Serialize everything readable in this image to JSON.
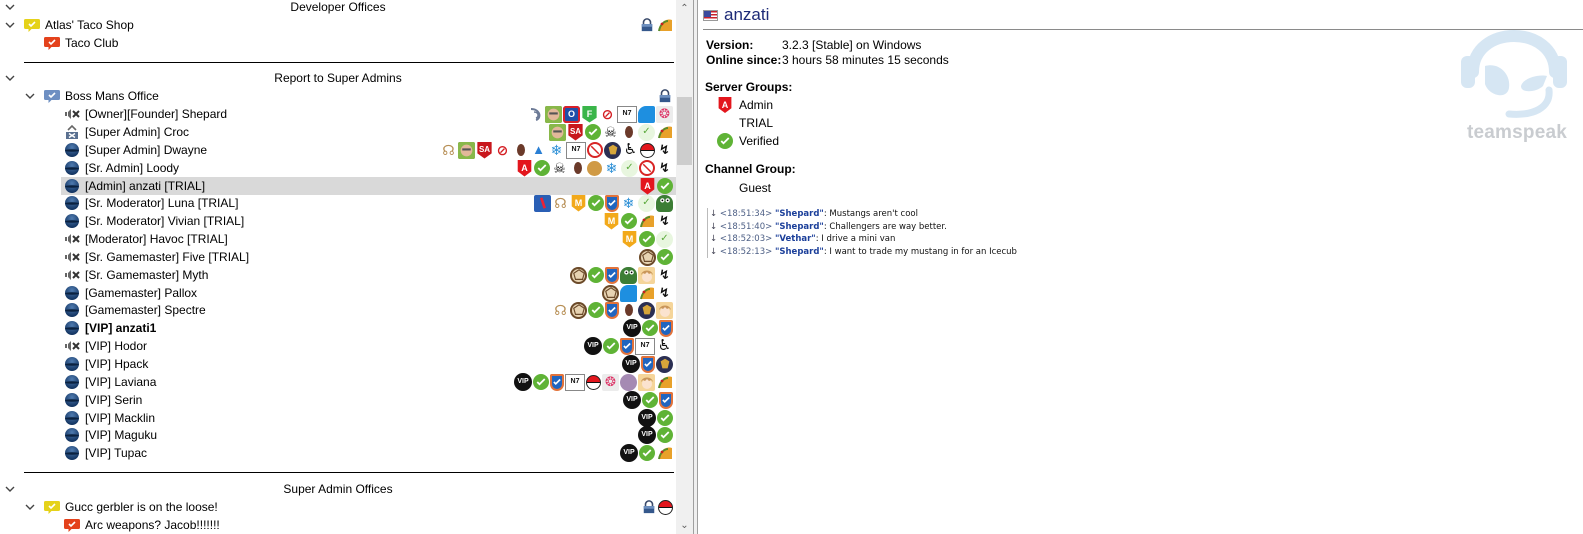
{
  "tree": {
    "rows": [
      {
        "kind": "spacer",
        "title": "Developer Offices",
        "chevron": true
      },
      {
        "kind": "channel",
        "name": "Atlas' Taco Shop",
        "color": "yellow",
        "indent": 1,
        "chevron": true,
        "badges": [
          "lock",
          "taco"
        ]
      },
      {
        "kind": "channel",
        "name": "Taco Club",
        "color": "red",
        "indent": 2,
        "chevron": false,
        "badges": []
      },
      {
        "kind": "line"
      },
      {
        "kind": "spacer",
        "title": "Report to Super Admins",
        "chevron": true
      },
      {
        "kind": "channel",
        "name": "Boss Mans Office",
        "color": "blue",
        "indent": 1,
        "chevron": true,
        "badges": [
          "lock"
        ]
      },
      {
        "kind": "client",
        "name": "[Owner][Founder] Shepard",
        "status": "muted",
        "badges": [
          "tw",
          "face",
          "o",
          "f",
          "ghost",
          "n7",
          "wave",
          "gear"
        ]
      },
      {
        "kind": "client",
        "name": "[Super Admin] Croc",
        "status": "away",
        "badges": [
          "face",
          "sa",
          "ok",
          "spy",
          "bean",
          "bird",
          "taco"
        ]
      },
      {
        "kind": "client",
        "name": "[Super Admin] Dwayne",
        "status": "idle",
        "badges": [
          "heads",
          "face",
          "sa",
          "ghost",
          "bean",
          "drop",
          "snow",
          "n7",
          "nope",
          "robot",
          "wheel",
          "pokeball",
          "bolt"
        ]
      },
      {
        "kind": "client",
        "name": "[Sr. Admin] Loody",
        "status": "idle",
        "badges": [
          "admin",
          "ok",
          "spy",
          "bean",
          "cookie",
          "snow",
          "bird",
          "nope",
          "bolt"
        ]
      },
      {
        "kind": "client",
        "name": "[Admin] anzati [TRIAL]",
        "status": "idle",
        "selected": true,
        "badges": [
          "admin",
          "ok"
        ]
      },
      {
        "kind": "client",
        "name": "[Sr. Moderator] Luna [TRIAL]",
        "status": "idle",
        "badges": [
          "tv",
          "heads",
          "mod",
          "ok",
          "shield",
          "snow",
          "bird",
          "frog"
        ]
      },
      {
        "kind": "client",
        "name": "[Sr. Moderator] Vivian [TRIAL]",
        "status": "idle",
        "badges": [
          "mod",
          "ok",
          "taco",
          "bolt"
        ]
      },
      {
        "kind": "client",
        "name": "[Moderator] Havoc [TRIAL]",
        "status": "muted",
        "badges": [
          "mod",
          "ok",
          "bird"
        ]
      },
      {
        "kind": "client",
        "name": "[Sr. Gamemaster] Five [TRIAL]",
        "status": "muted",
        "badges": [
          "d20",
          "ok"
        ]
      },
      {
        "kind": "client",
        "name": "[Sr. Gamemaster] Myth",
        "status": "muted",
        "badges": [
          "d20",
          "ok",
          "shield",
          "frog",
          "anime",
          "bolt"
        ]
      },
      {
        "kind": "client",
        "name": "[Gamemaster] Pallox",
        "status": "idle",
        "badges": [
          "d20",
          "wave",
          "taco",
          "bolt"
        ]
      },
      {
        "kind": "client",
        "name": "[Gamemaster] Spectre",
        "status": "idle",
        "badges": [
          "heads",
          "d20",
          "ok",
          "shield",
          "bean",
          "robot",
          "anime"
        ]
      },
      {
        "kind": "client",
        "name": "[VIP] anzati1",
        "status": "idle",
        "bold": true,
        "badges": [
          "vip",
          "ok",
          "shield"
        ]
      },
      {
        "kind": "client",
        "name": "[VIP] Hodor",
        "status": "muted",
        "badges": [
          "vip",
          "ok",
          "shield",
          "n7",
          "wheel"
        ]
      },
      {
        "kind": "client",
        "name": "[VIP] Hpack",
        "status": "idle",
        "badges": [
          "vip",
          "shield",
          "robot"
        ]
      },
      {
        "kind": "client",
        "name": "[VIP] Laviana",
        "status": "idle",
        "badges": [
          "vip",
          "ok",
          "shield",
          "n7",
          "pokeball",
          "gear",
          "swirl",
          "anime",
          "taco"
        ]
      },
      {
        "kind": "client",
        "name": "[VIP] Serin",
        "status": "idle",
        "badges": [
          "vip",
          "ok",
          "shield"
        ]
      },
      {
        "kind": "client",
        "name": "[VIP] Macklin",
        "status": "idle",
        "badges": [
          "vip",
          "ok"
        ]
      },
      {
        "kind": "client",
        "name": "[VIP] Maguku",
        "status": "idle",
        "badges": [
          "vip",
          "ok"
        ]
      },
      {
        "kind": "client",
        "name": "[VIP] Tupac",
        "status": "idle",
        "badges": [
          "vip",
          "ok",
          "taco"
        ]
      },
      {
        "kind": "line"
      },
      {
        "kind": "spacer",
        "title": "Super Admin Offices",
        "chevron": true
      },
      {
        "kind": "channel",
        "name": "Gucc gerbler is on the loose!",
        "color": "yellow",
        "indent": 1,
        "chevron": true,
        "badges": [
          "lock",
          "pokeball"
        ]
      },
      {
        "kind": "channel",
        "name": "Arc weapons? Jacob!!!!!!!",
        "color": "red",
        "indent": 2,
        "chevron": false,
        "badges": []
      }
    ],
    "badge_labels": {
      "sa": "SA",
      "admin": "A",
      "mod": "M",
      "vip": "VIP",
      "f": "F",
      "o": "O",
      "n7": "N7"
    }
  },
  "info": {
    "client_name": "anzati",
    "flag": "us-flag-icon",
    "version_label": "Version:",
    "version_value": "3.2.3 [Stable] on Windows",
    "online_label": "Online since:",
    "online_value": "3 hours 58 minutes 15 seconds",
    "server_groups_label": "Server Groups:",
    "server_groups": [
      {
        "name": "Admin",
        "icon": "admin"
      },
      {
        "name": "TRIAL",
        "icon": "none"
      },
      {
        "name": "Verified",
        "icon": "ok"
      }
    ],
    "channel_group_label": "Channel Group:",
    "channel_group": "Guest",
    "chat": [
      {
        "time": "<18:51:34>",
        "who": "\"Shepard\"",
        "text": ": Mustangs aren't cool"
      },
      {
        "time": "<18:51:40>",
        "who": "\"Shepard\"",
        "text": ": Challengers are way better."
      },
      {
        "time": "<18:52:03>",
        "who": "\"Vethar\"",
        "text": ": I drive a mini van"
      },
      {
        "time": "<18:52:13>",
        "who": "\"Shepard\"",
        "text": ": I want to trade my mustang in for an Icecub"
      }
    ],
    "logo_text": "teamspeak"
  }
}
